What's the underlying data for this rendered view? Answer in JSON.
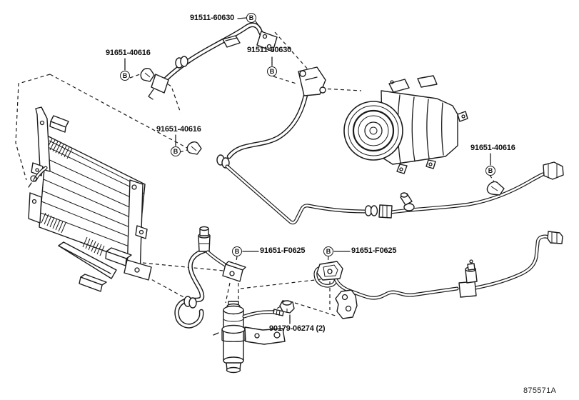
{
  "diagram": {
    "type": "parts-diagram",
    "code": "875571A",
    "marker_letter": "B",
    "background": "#ffffff",
    "line_color": "#1c1c1c",
    "labels": {
      "suction_hose_upper": "91511-60630",
      "suction_hose_lower": "91511-60630",
      "clamp_left": "91651-40616",
      "clamp_center": "91651-40616",
      "clamp_right": "91651-40616",
      "bracket_left": "91651-F0625",
      "bracket_right": "91651-F0625",
      "bolt": "90179-06274 (2)"
    }
  }
}
